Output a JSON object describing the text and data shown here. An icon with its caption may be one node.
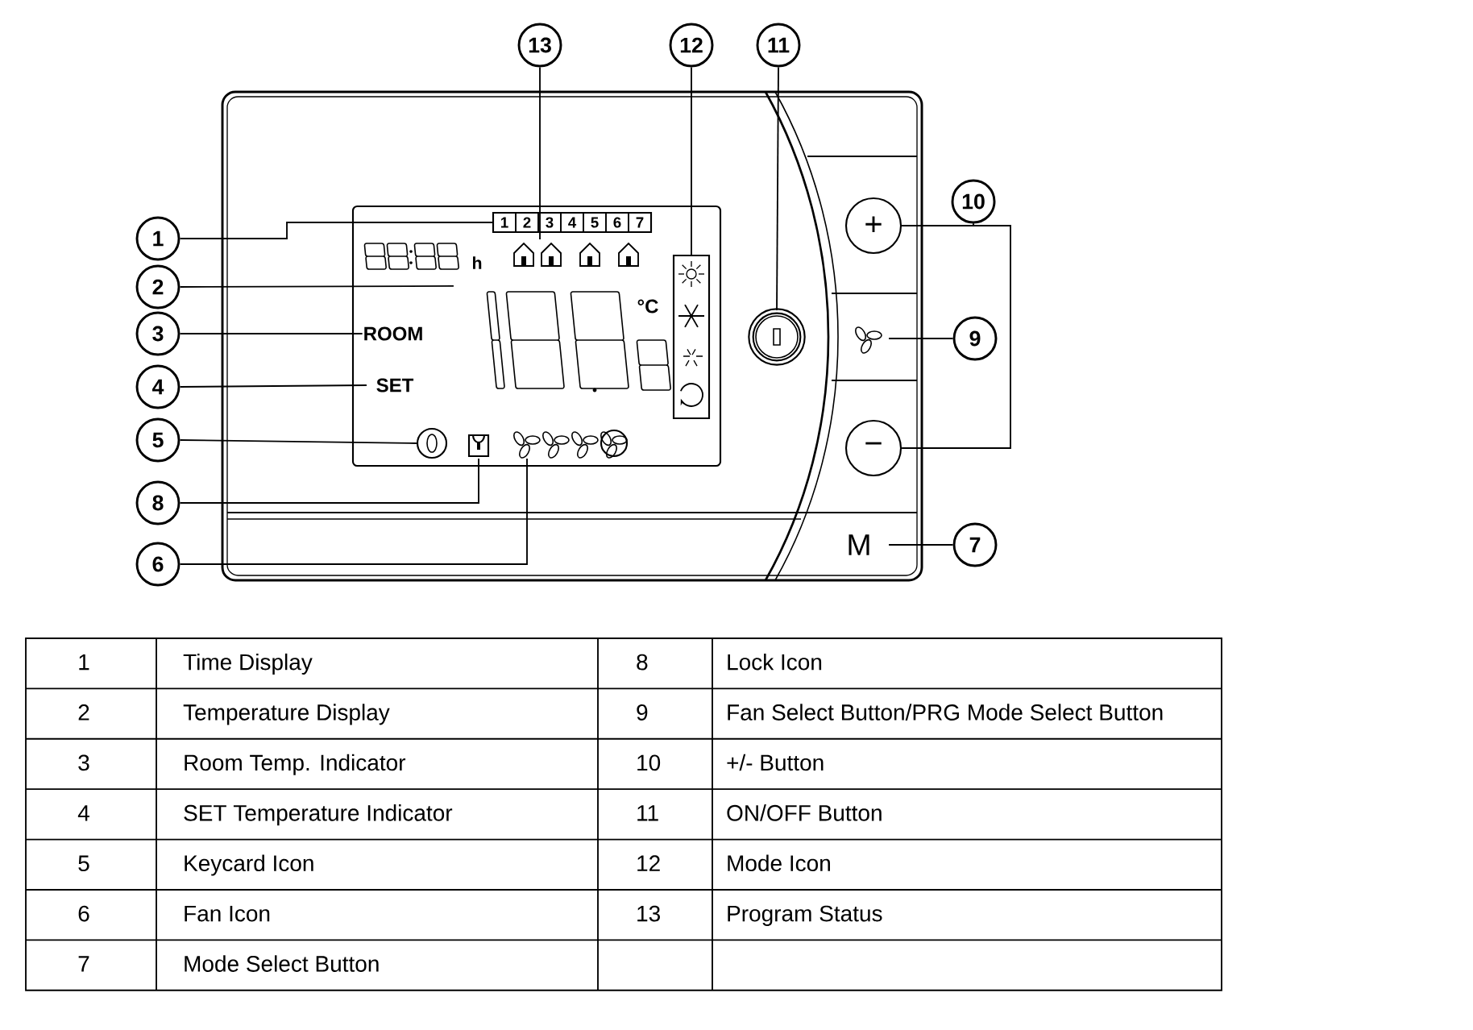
{
  "diagram": {
    "nodes": [
      {
        "text": [
          "1"
        ]
      },
      {
        "text": [
          "2"
        ]
      },
      {
        "text": [
          "3"
        ]
      },
      {
        "text": [
          "4"
        ]
      },
      {
        "text": [
          "5"
        ]
      },
      {
        "text": [
          "8"
        ]
      },
      {
        "text": [
          "6"
        ]
      },
      {
        "text": [
          "13"
        ]
      },
      {
        "text": [
          "12"
        ]
      },
      {
        "text": [
          "11"
        ]
      },
      {
        "text": [
          "10"
        ]
      },
      {
        "text": [
          "9"
        ]
      },
      {
        "text": [
          "7"
        ]
      },
      {
        "text": [],
        "shape": "box"
      },
      {
        "text": [],
        "shape": "display"
      },
      {
        "text": [
          "ROOM"
        ]
      },
      {
        "text": [
          "SET"
        ]
      },
      {
        "text": [],
        "shape": "circle"
      },
      {
        "text": [],
        "shape": "icon"
      },
      {
        "text": [],
        "shape": "icon"
      },
      {
        "text": [
          "M"
        ]
      },
      {
        "text": [],
        "shape": "icon"
      },
      {
        "text": [
          "+"
        ]
      },
      {
        "text": [
          "−"
        ]
      },
      {
        "text": [],
        "shape": "circle"
      },
      {
        "text": [],
        "shape": "box"
      },
      {
        "text": [],
        "shape": "icon"
      }
    ],
    "edges": [
      {
        "from": 0,
        "to": 13,
        "arrow": "none"
      },
      {
        "from": 1,
        "to": 14,
        "arrow": "none"
      },
      {
        "from": 2,
        "to": 15,
        "arrow": "none"
      },
      {
        "from": 3,
        "to": 16,
        "arrow": "none"
      },
      {
        "from": 4,
        "to": 17,
        "arrow": "none"
      },
      {
        "from": 5,
        "to": 18,
        "arrow": "none"
      },
      {
        "from": 6,
        "to": 19,
        "arrow": "none"
      },
      {
        "from": 7,
        "to": 26,
        "arrow": "none"
      },
      {
        "from": 8,
        "to": 25,
        "arrow": "none"
      },
      {
        "from": 9,
        "to": 24,
        "arrow": "none"
      },
      {
        "from": 10,
        "to": 22,
        "arrow": "none"
      },
      {
        "from": 10,
        "to": 23,
        "arrow": "none"
      },
      {
        "from": 11,
        "to": 21,
        "arrow": "none"
      },
      {
        "from": 12,
        "to": 20,
        "arrow": "none"
      }
    ],
    "labels": [
      "1",
      "2",
      "3",
      "4",
      "5",
      "6",
      "7",
      "h",
      "°C",
      "1",
      "Time Display",
      "8",
      "Lock Icon",
      "2",
      "Temperature Display",
      "9",
      "Fan Select Button/PRG Mode Select Button",
      "3",
      "Room Temp. Indicator",
      "10",
      "+/- Button",
      "4",
      "SET Temperature Indicator",
      "11",
      "ON/OFF Button",
      "5",
      "Keycard Icon",
      "12",
      "Mode Icon",
      "6",
      "Fan Icon",
      "13",
      "Program Status",
      "7",
      "Mode Select Button"
    ]
  }
}
